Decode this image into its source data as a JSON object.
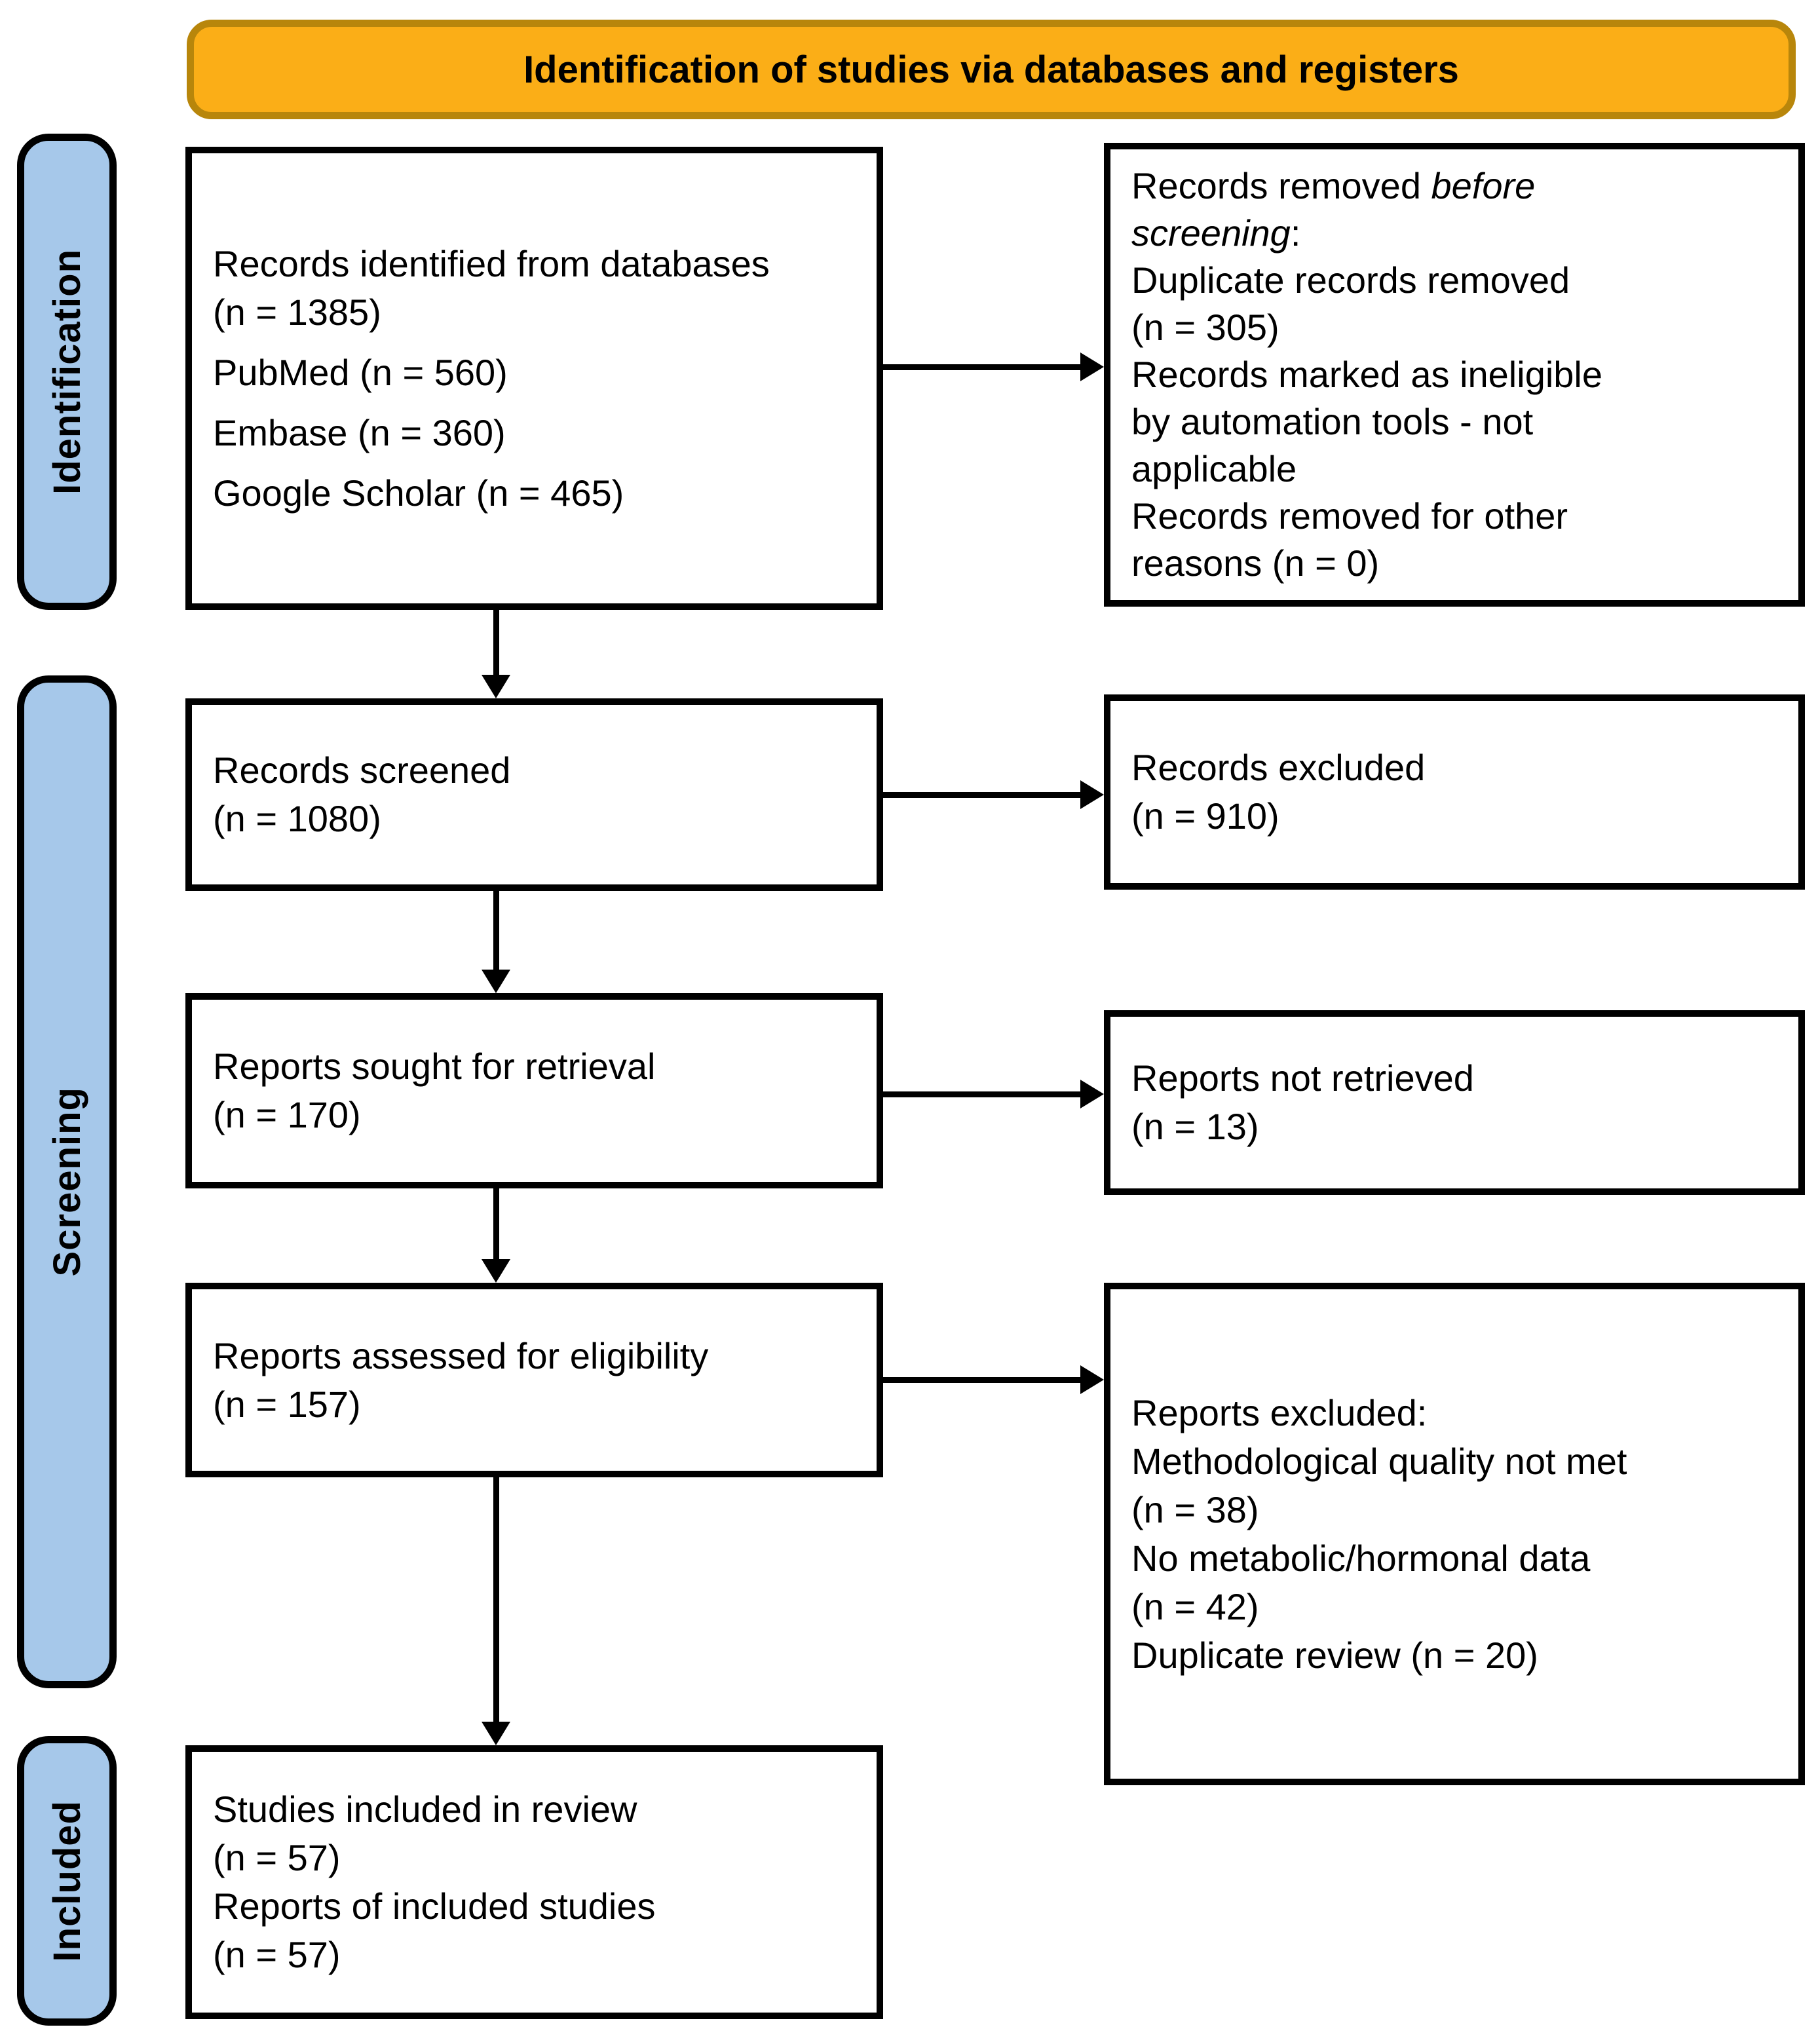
{
  "banner": {
    "title": "Identification of studies via databases and registers"
  },
  "colors": {
    "banner_fill": "#FBAE17",
    "banner_border": "#B8860B",
    "stage_fill": "#A6C8EA",
    "box_border": "#000000",
    "text": "#000000"
  },
  "stages": [
    {
      "label": "Identification"
    },
    {
      "label": "Screening"
    },
    {
      "label": "Included"
    }
  ],
  "boxes": {
    "identified": {
      "lines": [
        "Records identified from databases",
        "(n = 1385)",
        {
          "text": "PubMed (n = 560)",
          "gap": true
        },
        {
          "text": "Embase (n = 360)",
          "gap": true
        },
        {
          "text": "Google Scholar (n = 465)",
          "gap": true
        }
      ]
    },
    "removed_before_screening": {
      "lines": [
        {
          "segments": [
            {
              "t": "Records removed "
            },
            {
              "t": "before",
              "i": true
            }
          ]
        },
        {
          "segments": [
            {
              "t": "screening",
              "i": true
            },
            {
              "t": ":"
            }
          ]
        },
        "Duplicate records removed",
        "(n = 305)",
        "Records marked as ineligible",
        "by automation tools - not",
        "applicable",
        "Records removed for other",
        "reasons (n = 0)"
      ]
    },
    "screened": {
      "lines": [
        "Records screened",
        "(n = 1080)"
      ]
    },
    "records_excluded": {
      "lines": [
        "Records excluded",
        "(n = 910)"
      ]
    },
    "sought": {
      "lines": [
        "Reports sought for retrieval",
        "(n = 170)"
      ]
    },
    "not_retrieved": {
      "lines": [
        "Reports not retrieved",
        "(n = 13)"
      ]
    },
    "assessed": {
      "lines": [
        "Reports assessed for eligibility",
        "(n = 157)"
      ]
    },
    "reports_excluded": {
      "lines": [
        "Reports excluded:",
        "Methodological quality not met",
        "(n = 38)",
        "No metabolic/hormonal data",
        "(n = 42)",
        "Duplicate review (n = 20)"
      ]
    },
    "included": {
      "lines": [
        "Studies included in review",
        "(n = 57)",
        "Reports of included studies",
        "(n = 57)"
      ]
    }
  }
}
